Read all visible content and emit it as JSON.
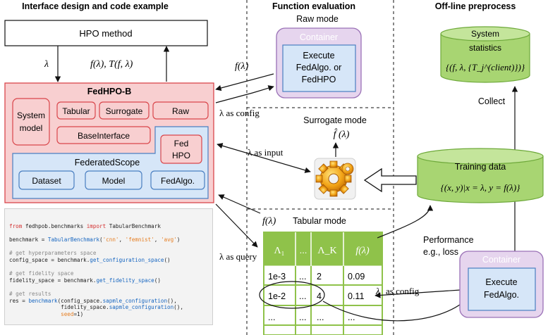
{
  "sections": {
    "left": "Interface design and code example",
    "middle": "Function evaluation",
    "right": "Off-line preprocess"
  },
  "hpo_method": "HPO method",
  "labels": {
    "lambda": "λ",
    "f_lambda_T": "f(λ), T(f, λ)",
    "f_lambda": "f(λ)",
    "lambda_as_config": "λ as config",
    "lambda_as_input": "λ as input",
    "lambda_as_query": "λ as query",
    "lambda_i_as_config": "as config",
    "lambda_i": "λ",
    "surrogate_f": "f̂ (λ)",
    "tabular_f": "f(λ)"
  },
  "fedhpob": {
    "title": "FedHPO-B",
    "system_model": [
      "System",
      "model"
    ],
    "tabular": "Tabular",
    "surrogate": "Surrogate",
    "raw": "Raw",
    "base_interface": "BaseInterface",
    "fed_hpo": [
      "Fed",
      "HPO"
    ],
    "federated_scope": "FederatedScope",
    "dataset": "Dataset",
    "model": "Model",
    "fedalgo": "FedAlgo."
  },
  "raw_mode": {
    "title": "Raw mode",
    "container": "Container",
    "execute": [
      "Execute",
      "FedAlgo. or",
      "FedHPO"
    ]
  },
  "surrogate_mode": {
    "title": "Surrogate mode"
  },
  "tabular_mode": {
    "title": "Tabular mode",
    "headers": [
      "Λ₁",
      "...",
      "Λ_K",
      "f(λ)"
    ],
    "rows": [
      [
        "1e-3",
        "...",
        "2",
        "0.09"
      ],
      [
        "1e-2",
        "...",
        "4",
        "0.11"
      ],
      [
        "...",
        "...",
        "...",
        "..."
      ]
    ]
  },
  "system_statistics": {
    "title": [
      "System",
      "statistics"
    ],
    "formula": "{(f, λ, {T_j^(client)})}"
  },
  "collect": "Collect",
  "training_data": {
    "title": "Training data",
    "formula": "{(x, y)|x = λ, y = f(λ)}"
  },
  "performance": [
    "Performance",
    "e.g., loss"
  ],
  "container_right": {
    "title": "Container",
    "execute": [
      "Execute",
      "FedAlgo."
    ]
  },
  "code": {
    "line1_kw1": "from",
    "line1_mod": " fedhpob.benchmarks ",
    "line1_kw2": "import",
    "line1_name": " TabularBenchmark",
    "line2_a": "benchmark = ",
    "line2_fn": "TabularBenchmark",
    "line2_b": "(",
    "line2_s1": "'cnn'",
    "line2_c": ", ",
    "line2_s2": "'femnist'",
    "line2_d": ", ",
    "line2_s3": "'avg'",
    "line2_e": ")",
    "c1": "# get hyperparameters space",
    "line3_a": "config_space = benchmark.",
    "line3_fn": "get_configuration_space",
    "line3_b": "()",
    "c2": "# get fidelity space",
    "line4_a": "fidelity_space = benchmark.",
    "line4_fn": "get_fidelity_space",
    "line4_b": "()",
    "c3": "# get results",
    "line5_a": "res = ",
    "line5_fn": "benchmark",
    "line5_b": "(config_space.",
    "line5_fn2": "sapmle_configuration",
    "line5_c": "(),",
    "line6_a": "                fidelity_space.",
    "line6_fn": "sapmle_configuration",
    "line6_b": "(),",
    "line7_a": "                ",
    "line7_s": "seed",
    "line7_b": "=1)"
  }
}
